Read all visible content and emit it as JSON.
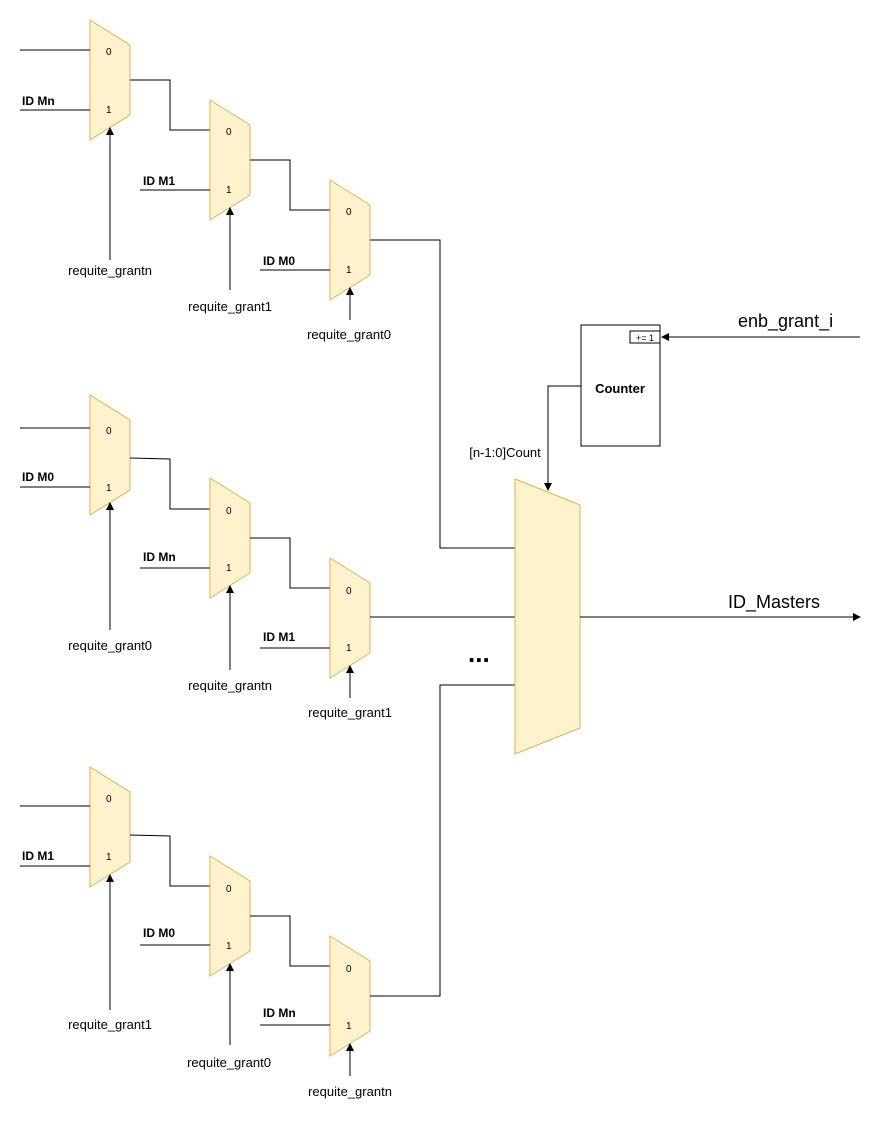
{
  "groups": [
    {
      "mux_a": {
        "in0": "0",
        "in1": "1",
        "id_label": "ID Mn",
        "sel_label": "requite_grantn"
      },
      "mux_b": {
        "in0": "0",
        "in1": "1",
        "id_label": "ID M1",
        "sel_label": "requite_grant1"
      },
      "mux_c": {
        "in0": "0",
        "in1": "1",
        "id_label": "ID M0",
        "sel_label": "requite_grant0"
      }
    },
    {
      "mux_a": {
        "in0": "0",
        "in1": "1",
        "id_label": "ID M0",
        "sel_label": "requite_grant0"
      },
      "mux_b": {
        "in0": "0",
        "in1": "1",
        "id_label": "ID Mn",
        "sel_label": "requite_grantn"
      },
      "mux_c": {
        "in0": "0",
        "in1": "1",
        "id_label": "ID M1",
        "sel_label": "requite_grant1"
      }
    },
    {
      "mux_a": {
        "in0": "0",
        "in1": "1",
        "id_label": "ID M1",
        "sel_label": "requite_grant1"
      },
      "mux_b": {
        "in0": "0",
        "in1": "1",
        "id_label": "ID M0",
        "sel_label": "requite_grant0"
      },
      "mux_c": {
        "in0": "0",
        "in1": "1",
        "id_label": "ID Mn",
        "sel_label": "requite_grantn"
      }
    }
  ],
  "counter": {
    "label": "Counter",
    "increment": "+= 1",
    "output_label": "[n-1:0]Count"
  },
  "enable_label": "enb_grant_i",
  "output_label": "ID_Masters",
  "ellipsis": "...",
  "colors": {
    "mux_fill": "#fff2cc",
    "mux_stroke": "#d6b656",
    "wire": "#000000"
  }
}
